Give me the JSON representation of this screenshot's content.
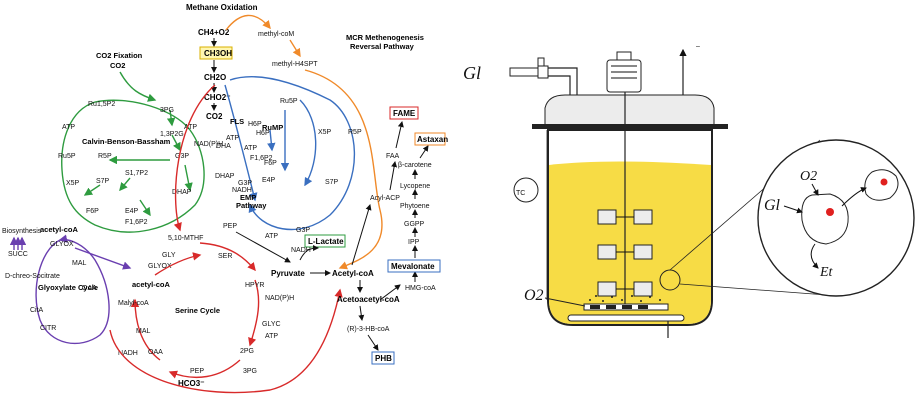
{
  "pathway": {
    "title": "Methane Oxidation",
    "ch4o2": "CH4+O2",
    "ch3oh": "CH3OH",
    "ch2o": "CH2O",
    "cho2": "CHO2⁻",
    "co2": "CO2",
    "methyl_com": "methyl-coM",
    "methyl_h4spt": "methyl-H4SPT",
    "mcr_title_1": "MCR Methenogenesis",
    "mcr_title_2": "Reversal Pathway",
    "co2_fix_1": "CO2 Fixation",
    "co2_fix_2": "CO2",
    "cbb": "Calvin-Benson-Bassham",
    "rumps": "RuMP",
    "fls": "FLS",
    "emp_1": "EMP",
    "emp_2": "Pathway",
    "serine": "Serine Cycle",
    "glyox_cycle": "Glyoxylate Cycle",
    "biosynthesis": "Biosynthesis",
    "fame": "FAME",
    "astaxan": "Astaxan",
    "l_lactate": "L-Lactate",
    "mevalonate": "Mevalonate",
    "phb": "PHB",
    "pyruvate": "Pyruvate",
    "acetyl_coa": "Acetyl-coA",
    "acetoacetyl": "Acetoacetyl-coA",
    "r3hb": "(R)-3-HB-coA",
    "hmg": "HMG-coA",
    "ipp": "IPP",
    "ggpp": "GGPP",
    "phytoene": "Phytoene",
    "lycopene": "Lycopene",
    "bcarotene": "β-carotene",
    "acyl_acp": "Acyl-ACP",
    "faa": "FAA",
    "ru15p2": "Ru1,5P2",
    "pg3": "3PG",
    "bpg": "1,3P2G",
    "g3p": "G3P",
    "ru5p": "Ru5P",
    "r5p": "R5P",
    "x5p": "X5P",
    "s7p": "S7P",
    "s17p2": "S1,7P2",
    "f6p": "F6P",
    "e4p": "E4P",
    "f16p2": "F1,6P2",
    "dhap": "DHAP",
    "h6p": "H6P",
    "f6p2": "F6P",
    "x5p2": "X5P",
    "r5p2": "R5P",
    "ru5p2": "Ru5P",
    "s7p2": "S7P",
    "e4p2": "E4P",
    "g3p2": "G3P",
    "f16p2b": "F1,6P2",
    "g3p3": "G3P",
    "pep": "PEP",
    "dha": "DHA",
    "mthf": "5,10-MTHF",
    "ser": "SER",
    "gly": "GLY",
    "glyox": "GLYOX",
    "hpyr": "HPYR",
    "glyc": "GLYC",
    "pg2": "2PG",
    "pg3b": "3PG",
    "pep2": "PEP",
    "oaa": "OAA",
    "mal": "MAL",
    "malyl": "Malyl-coA",
    "acetyl_coa2": "acetyl-coA",
    "hco3": "HCO3⁻",
    "glyox2": "GLYOX",
    "mal2": "MAL",
    "oaa2": "OAA",
    "cita": "CitA",
    "citr": "CITR",
    "succ": "SUCC",
    "dchreo": "D-chreo-Socitrate",
    "acetyl_coa3": "acetyl-coA",
    "atp": "ATP",
    "nadph": "NAD(P)H",
    "nadh": "NADH"
  },
  "reactor": {
    "inlet_label": "Gl",
    "tc_label": "TC",
    "o2_label": "O2",
    "zoom_o2": "O2",
    "zoom_gl": "Gl",
    "zoom_et": "Et",
    "exhaust_mark": "–",
    "colors": {
      "liquid": "#f7dc45",
      "body": "#ffffff",
      "dark": "#222222"
    }
  }
}
